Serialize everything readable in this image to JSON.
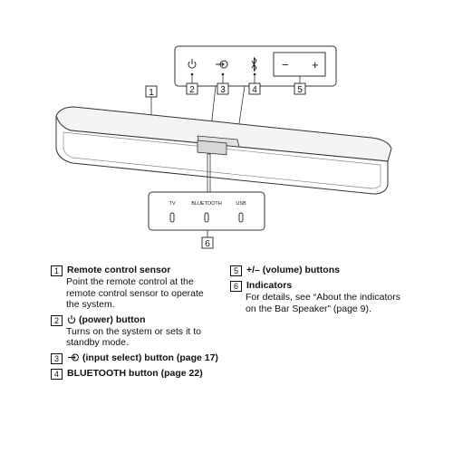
{
  "diagram": {
    "callouts": [
      "1",
      "2",
      "3",
      "4",
      "5",
      "6"
    ],
    "indicator_labels": {
      "tv": "TV",
      "bluetooth": "BLUETOOTH",
      "usb": "USB"
    },
    "volume_minus": "−",
    "volume_plus": "+",
    "icons": [
      "power-icon",
      "input-select-icon",
      "bluetooth-icon"
    ]
  },
  "legend": {
    "items": [
      {
        "num": "1",
        "title": "Remote control sensor",
        "desc": "Point the remote control at the remote control sensor to operate the system."
      },
      {
        "num": "2",
        "title": "(power) button",
        "desc": "Turns on the system or sets it to standby mode."
      },
      {
        "num": "3",
        "title": "(input select) button (page 17)",
        "desc": ""
      },
      {
        "num": "4",
        "title": "BLUETOOTH button (page 22)",
        "desc": ""
      },
      {
        "num": "5",
        "title": "+/– (volume) buttons",
        "desc": ""
      },
      {
        "num": "6",
        "title": "Indicators",
        "desc": "For details, see “About the indicators on the Bar Speaker” (page 9)."
      }
    ]
  }
}
